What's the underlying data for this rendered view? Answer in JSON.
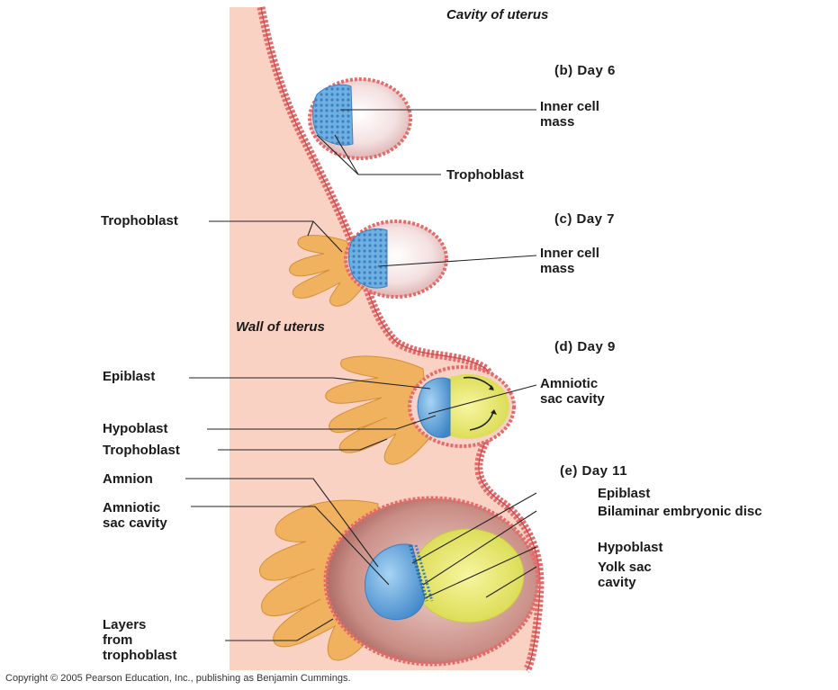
{
  "regions": {
    "cavity": "Cavity of uterus",
    "wall": "Wall of uterus"
  },
  "stages": {
    "b": "(b) Day 6",
    "c": "(c) Day 7",
    "d": "(d) Day 9",
    "e": "(e) Day 11"
  },
  "labels": {
    "b_inner_cell_mass": "Inner cell\nmass",
    "b_trophoblast": "Trophoblast",
    "c_trophoblast": "Trophoblast",
    "c_inner_cell_mass": "Inner cell\nmass",
    "d_epiblast": "Epiblast",
    "d_amniotic_sac_cavity": "Amniotic\nsac cavity",
    "d_hypoblast": "Hypoblast",
    "d_trophoblast": "Trophoblast",
    "e_amnion": "Amnion",
    "e_amniotic_sac_cavity": "Amniotic\nsac cavity",
    "e_epiblast": "Epiblast",
    "e_bilaminar_disc": "Bilaminar embryonic disc",
    "e_hypoblast": "Hypoblast",
    "e_yolk_sac_cavity": "Yolk sac\ncavity",
    "e_layers": "Layers\nfrom\ntrophoblast"
  },
  "copyright": "Copyright © 2005 Pearson Education, Inc., publishing as Benjamin Cummings.",
  "colors": {
    "wall_fill": "#f9d2c4",
    "endometrium": "#e56a6a",
    "trophoblast_tissue": "#f0b25e",
    "inner_cell_mass": "#6aaee0",
    "yolk": "#eaea6a",
    "blastocoel": "#f3dede"
  }
}
